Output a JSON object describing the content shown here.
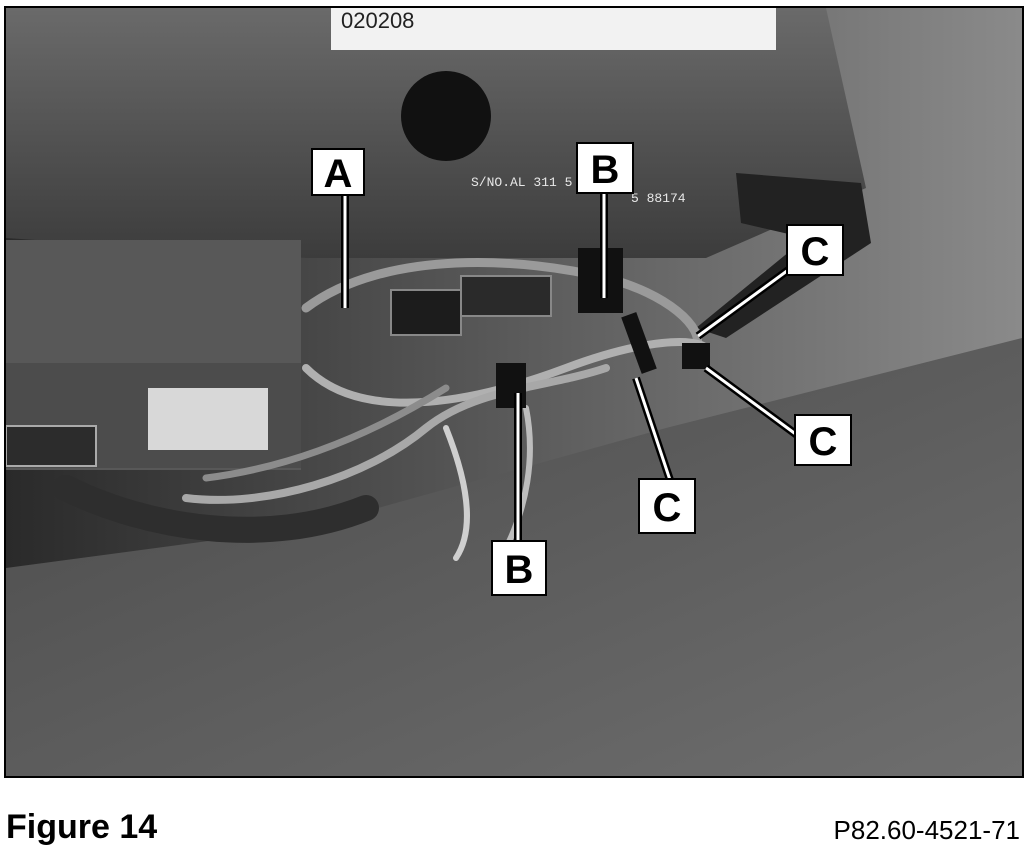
{
  "figure": {
    "title": "Figure 14",
    "reference": "P82.60-4521-71"
  },
  "photo": {
    "label_number": "020208",
    "serial_line_1": "S/NO.AL 311   5  88174",
    "serial_line_2": "5  88174"
  },
  "callouts": [
    {
      "id": "A",
      "label": "A"
    },
    {
      "id": "B-top",
      "label": "B"
    },
    {
      "id": "B-bottom",
      "label": "B"
    },
    {
      "id": "C-right-upper",
      "label": "C"
    },
    {
      "id": "C-right-lower",
      "label": "C"
    },
    {
      "id": "C-center",
      "label": "C"
    }
  ],
  "colors": {
    "frame": "#000000",
    "callout_bg": "#ffffff",
    "photo_dark": "#3a3a3a"
  }
}
